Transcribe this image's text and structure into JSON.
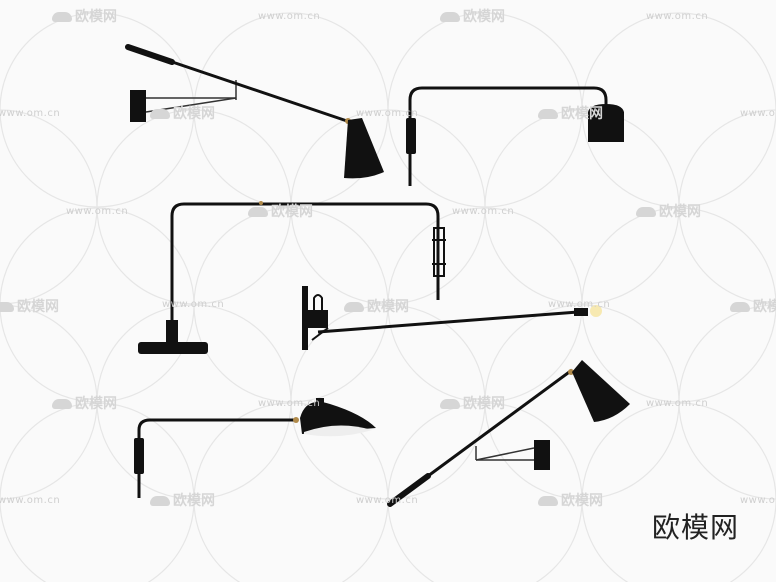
{
  "watermark": {
    "url": "www.om.cn",
    "logo_text": "欧模网"
  },
  "brand_label": "欧模网",
  "colors": {
    "background": "#fafafa",
    "lamp": "#111111",
    "brass": "#b08a4a",
    "watermark": "#d0d0d0"
  }
}
